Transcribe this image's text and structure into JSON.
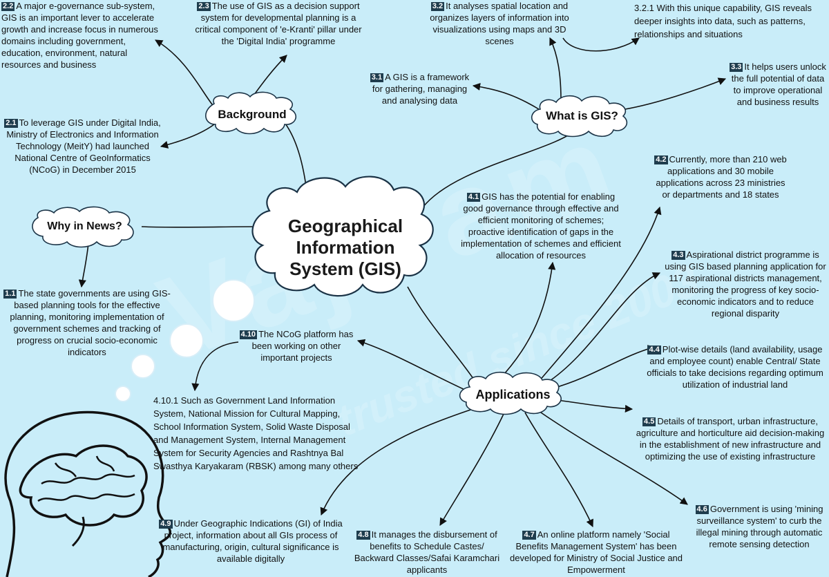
{
  "watermark": {
    "brand": "Vajiram",
    "tagline": "trusted since 2003"
  },
  "center": {
    "line1": "Geographical",
    "line2": "Information",
    "line3": "System (GIS)"
  },
  "hubs": {
    "background": "Background",
    "what_is_gis": "What is GIS?",
    "why_in_news": "Why in News?",
    "applications": "Applications"
  },
  "background": {
    "n2_2": {
      "num": "2.2",
      "text": "A major e-governance sub-system, GIS is an important lever to accelerate growth and increase focus in numerous domains including government, education, environment, natural resources and business"
    },
    "n2_3": {
      "num": "2.3",
      "text": "The use of GIS as a decision support system for developmental planning is a critical component of 'e-Kranti' pillar under the 'Digital India' programme"
    },
    "n2_1": {
      "num": "2.1",
      "text": "To leverage GIS under Digital India, Ministry of Electronics and Information Technology (MeitY) had launched National Centre of GeoInformatics (NCoG) in December 2015"
    }
  },
  "what": {
    "n3_2": {
      "num": "3.2",
      "text": "It analyses spatial location and organizes layers of information into visualizations using maps and 3D scenes"
    },
    "n3_2_1": {
      "text": "3.2.1 With this unique capability, GIS reveals deeper insights into data, such as patterns, relationships and situations"
    },
    "n3_1": {
      "num": "3.1",
      "text": "A GIS is a framework for gathering, managing and analysing data"
    },
    "n3_3": {
      "num": "3.3",
      "text": "It helps users unlock the full potential of data to improve operational and business results"
    }
  },
  "news": {
    "n1_1": {
      "num": "1.1",
      "text": "The state governments are using GIS-based planning tools for the effective planning, monitoring implementation of government schemes and tracking of progress on crucial socio-economic indicators"
    }
  },
  "apps": {
    "n4_1": {
      "num": "4.1",
      "text": "GIS has the potential for enabling good governance through effective and efficient monitoring of schemes; proactive identification of gaps in the implementation of schemes and efficient allocation of resources"
    },
    "n4_2": {
      "num": "4.2",
      "text": "Currently, more than 210 web applications and 30 mobile applications across 23 ministries or departments and 18 states"
    },
    "n4_3": {
      "num": "4.3",
      "text": "Aspirational district programme is using GIS based planning application for 117 aspirational districts management, monitoring the progress of key socio-economic indicators and to reduce regional disparity"
    },
    "n4_4": {
      "num": "4.4",
      "text": "Plot-wise details (land availability, usage and employee count) enable Central/ State officials to take decisions regarding optimum utilization of industrial land"
    },
    "n4_5": {
      "num": "4.5",
      "text": "Details of transport, urban infrastructure, agriculture and horticulture aid decision-making in the establishment of new infrastructure and optimizing the use of existing infrastructure"
    },
    "n4_6": {
      "num": "4.6",
      "text": "Government is using 'mining surveillance system' to curb the illegal mining through automatic remote sensing detection"
    },
    "n4_7": {
      "num": "4.7",
      "text": "An online platform namely 'Social Benefits Management System' has been developed for Ministry of Social Justice and Empowerment"
    },
    "n4_8": {
      "num": "4.8",
      "text": "It manages the disbursement of benefits to Schedule Castes/ Backward Classes/Safai Karamchari applicants"
    },
    "n4_9": {
      "num": "4.9",
      "text": "Under Geographic Indications (GI) of India project, information about all GIs process of manufacturing, origin, cultural significance is available digitally"
    },
    "n4_10": {
      "num": "4.10",
      "text": "The NCoG platform has been working on other important projects"
    },
    "n4_10_1": {
      "text": "4.10.1 Such as Government Land Information System, National Mission for Cultural Mapping, School Information System, Solid Waste Disposal and Management System, Internal Management System for Security Agencies and Rashtnya Bal Swasthya Karyakaram (RBSK) among many others"
    }
  }
}
